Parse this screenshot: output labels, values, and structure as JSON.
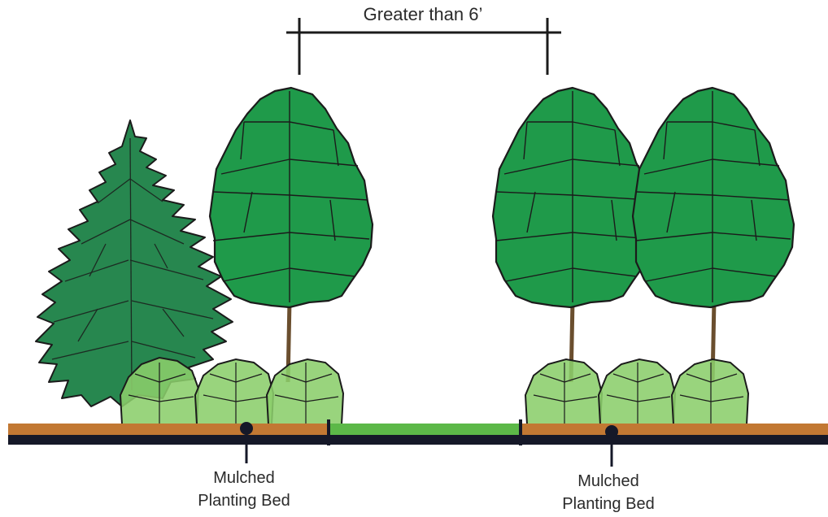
{
  "dimension": {
    "label": "Greater than 6’"
  },
  "planting_beds": [
    {
      "line1": "Mulched",
      "line2": "Planting Bed"
    },
    {
      "line1": "Mulched",
      "line2": "Planting Bed"
    }
  ],
  "colors": {
    "mulch": "#c27833",
    "lawn": "#5cb848",
    "ground_line": "#151828",
    "tree_fill": "#1f9a4a",
    "conifer_fill": "#27874f",
    "shrub_fill": "#8bce6b",
    "outline": "#1b1b1b",
    "trunk": "#6a4e2e"
  }
}
